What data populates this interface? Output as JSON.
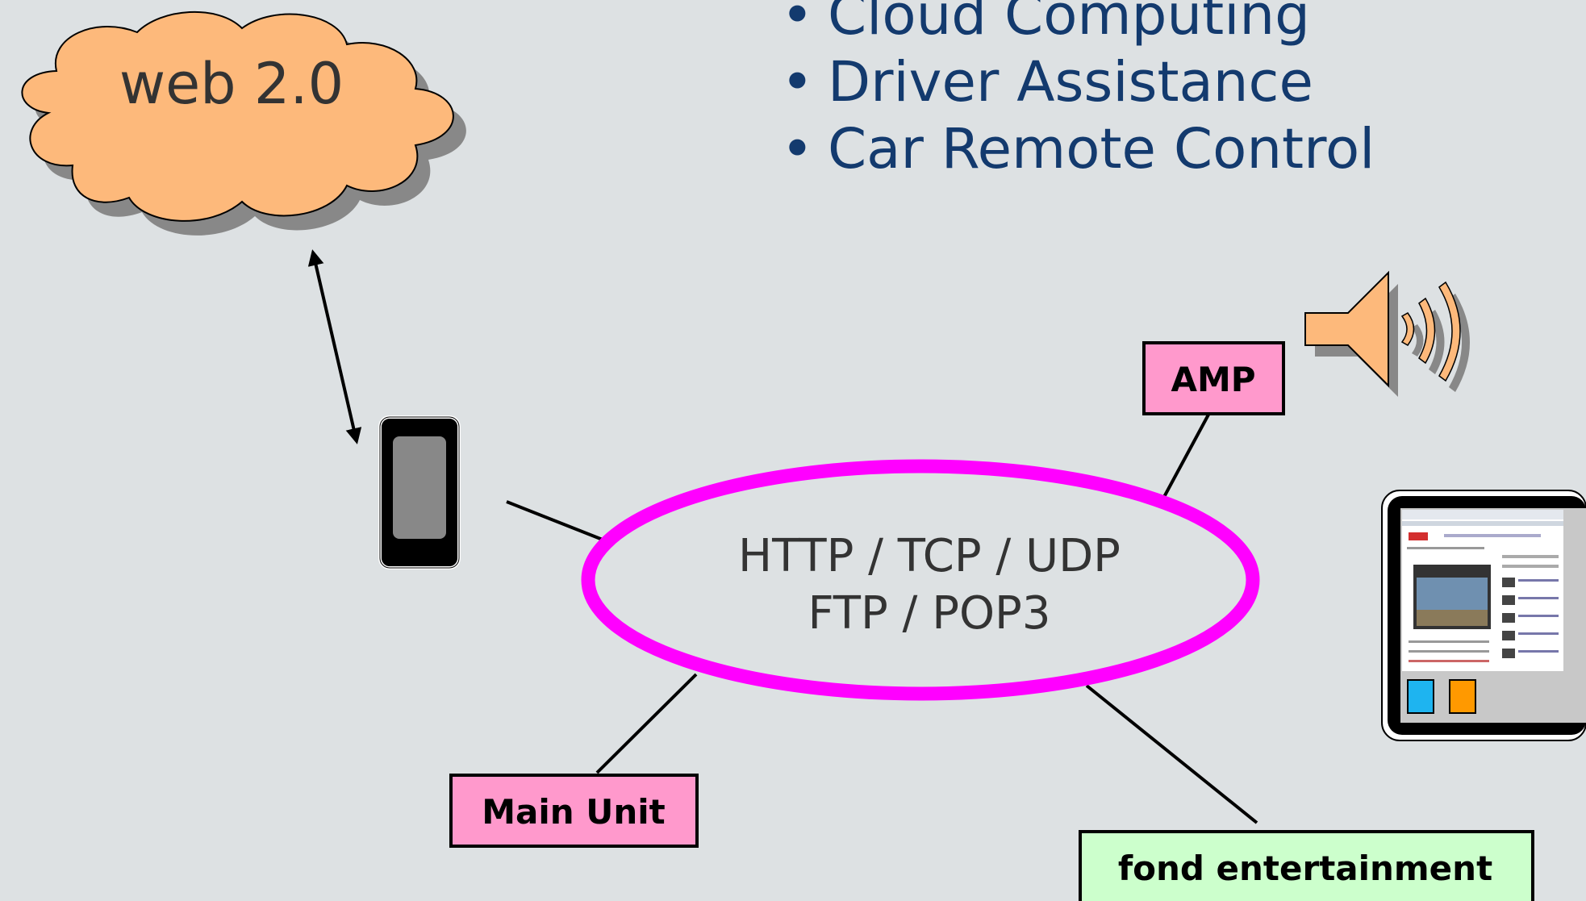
{
  "cloud": {
    "label": "web 2.0",
    "fill": "#fdb97b",
    "shadow": "#888888"
  },
  "bullets": [
    "Cloud Computing",
    "Driver Assistance",
    "Car Remote Control"
  ],
  "ring": {
    "line1": "HTTP / TCP / UDP",
    "line2": "FTP / POP3",
    "stroke": "#ff00ff"
  },
  "nodes": {
    "amp": {
      "label": "AMP",
      "fill": "#ff99cc"
    },
    "main_unit": {
      "label": "Main Unit",
      "fill": "#ff99cc"
    },
    "fond": {
      "label": "fond entertainment",
      "fill": "#ccffcc"
    }
  },
  "colors": {
    "background": "#dde1e3",
    "text_blue": "#133a6e",
    "speaker": "#fdb97b",
    "tablet_button_blue": "#1eb4f0",
    "tablet_button_orange": "#ff9900"
  },
  "icons": [
    "smartphone-icon",
    "speaker-icon",
    "tablet-icon"
  ]
}
